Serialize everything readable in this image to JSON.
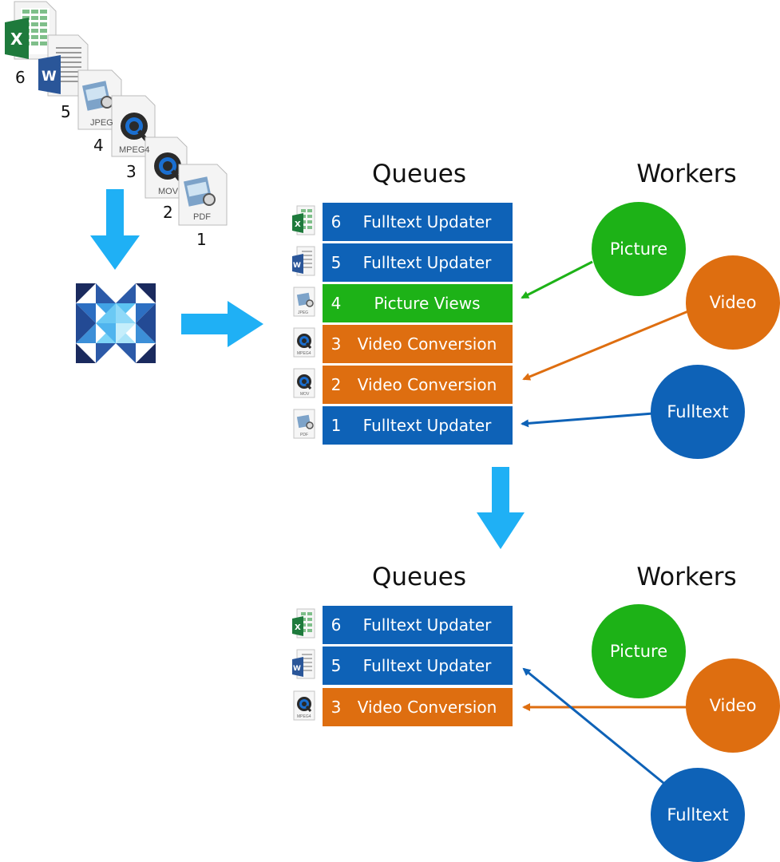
{
  "top": {
    "queues_heading": "Queues",
    "workers_heading": "Workers",
    "rows": [
      {
        "num": "6",
        "label": "Fulltext Updater",
        "color": "#0e62b7",
        "icon": "excel-icon"
      },
      {
        "num": "5",
        "label": "Fulltext Updater",
        "color": "#0e62b7",
        "icon": "word-icon"
      },
      {
        "num": "4",
        "label": "Picture Views",
        "color": "#1db217",
        "icon": "jpeg-icon"
      },
      {
        "num": "3",
        "label": "Video Conversion",
        "color": "#de6e10",
        "icon": "mpeg4-icon"
      },
      {
        "num": "2",
        "label": "Video Conversion",
        "color": "#de6e10",
        "icon": "mov-icon"
      },
      {
        "num": "1",
        "label": "Fulltext Updater",
        "color": "#0e62b7",
        "icon": "pdf-icon"
      }
    ],
    "workers": {
      "picture": "Picture",
      "video": "Video",
      "fulltext": "Fulltext"
    }
  },
  "bottom": {
    "queues_heading": "Queues",
    "workers_heading": "Workers",
    "rows": [
      {
        "num": "6",
        "label": "Fulltext Updater",
        "color": "#0e62b7",
        "icon": "excel-icon"
      },
      {
        "num": "5",
        "label": "Fulltext Updater",
        "color": "#0e62b7",
        "icon": "word-icon"
      },
      {
        "num": "3",
        "label": "Video Conversion",
        "color": "#de6e10",
        "icon": "mpeg4-icon"
      }
    ],
    "workers": {
      "picture": "Picture",
      "video": "Video",
      "fulltext": "Fulltext"
    }
  },
  "files": {
    "numbers": [
      "6",
      "5",
      "4",
      "3",
      "2",
      "1"
    ],
    "labels": {
      "jpeg": "JPEG",
      "mpeg": "MPEG4",
      "mov": "MOV",
      "pdf": "PDF"
    },
    "mini_labels": {
      "jpeg": "JPEG",
      "mpeg": "MPEG4",
      "mov": "MOV",
      "pdf": "PDF"
    }
  },
  "colors": {
    "blue": "#0e62b7",
    "green": "#1db217",
    "orange": "#de6e10",
    "arrow": "#1fb0f5"
  }
}
